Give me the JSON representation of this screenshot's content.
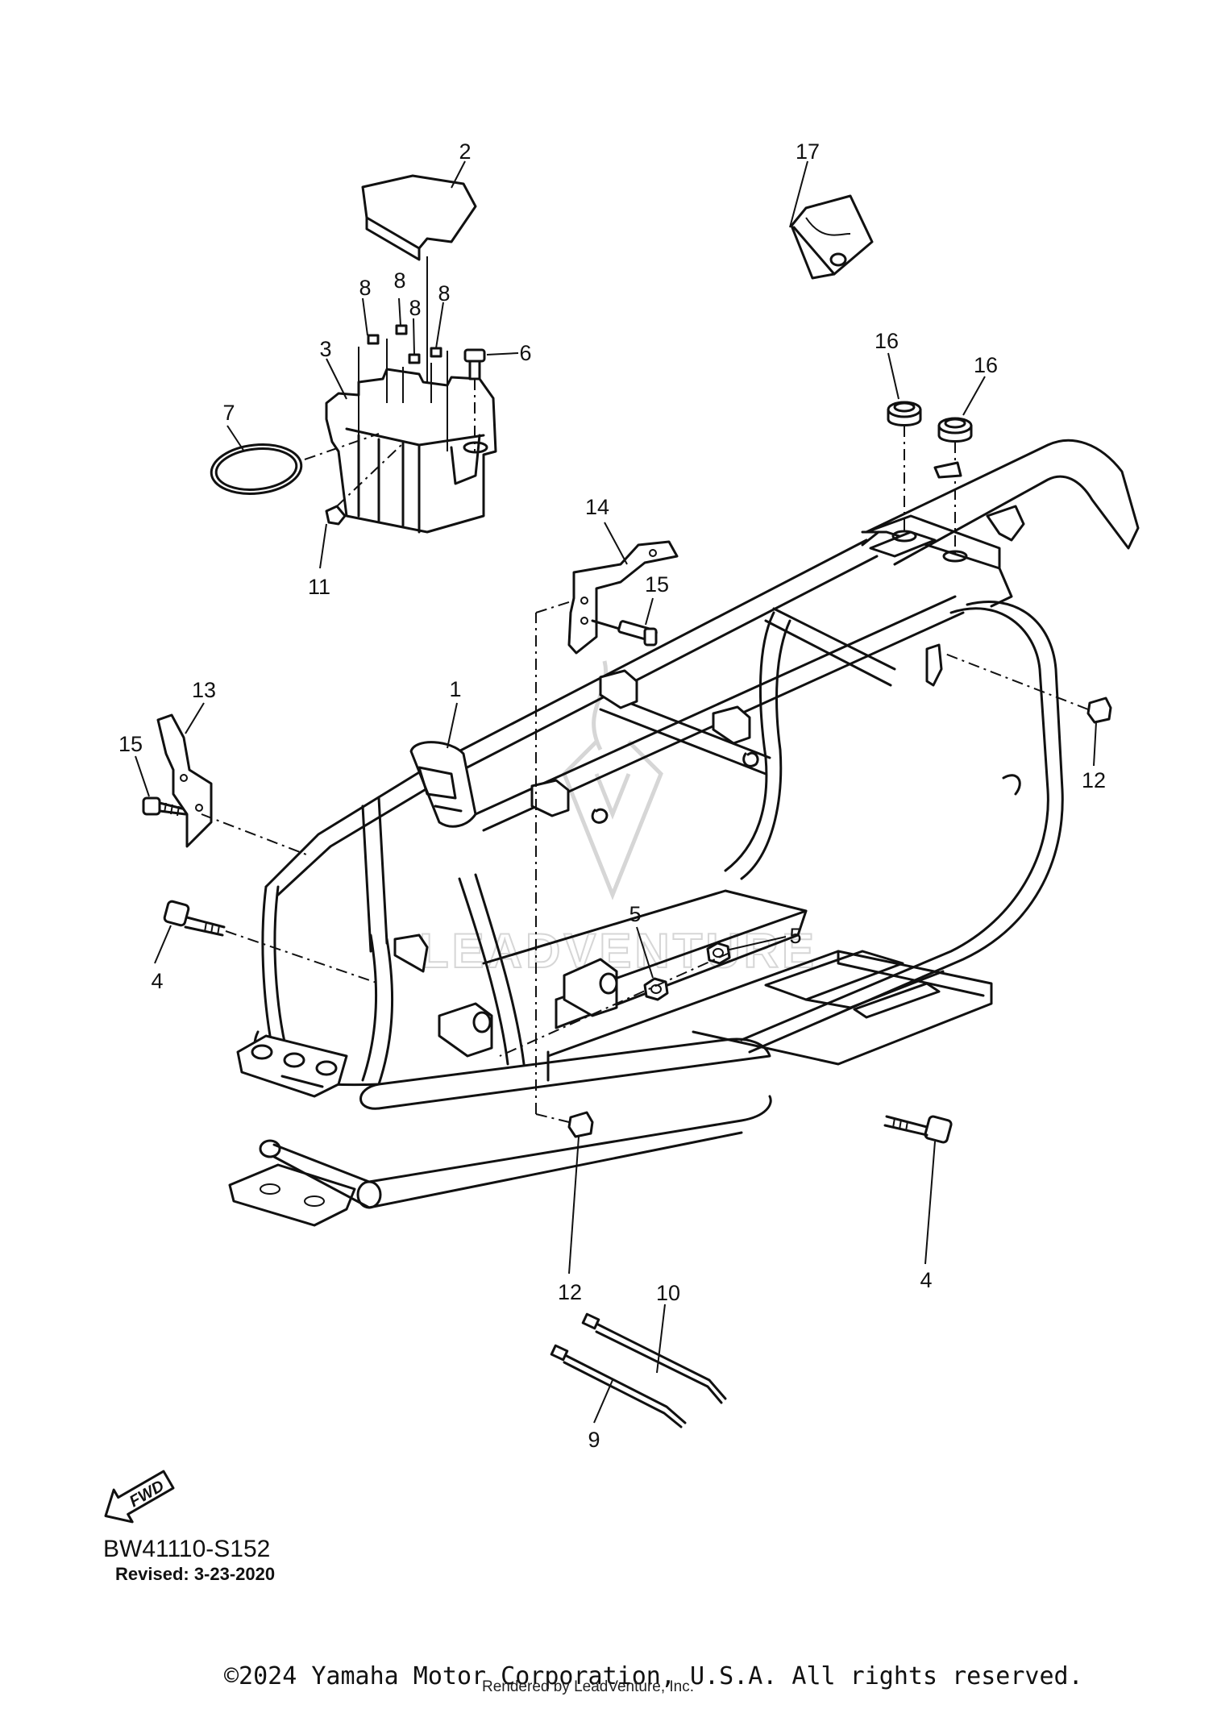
{
  "diagram": {
    "callouts": [
      {
        "label": "2"
      },
      {
        "label": "17"
      },
      {
        "label": "8"
      },
      {
        "label": "8"
      },
      {
        "label": "8"
      },
      {
        "label": "8"
      },
      {
        "label": "3"
      },
      {
        "label": "6"
      },
      {
        "label": "7"
      },
      {
        "label": "16"
      },
      {
        "label": "16"
      },
      {
        "label": "11"
      },
      {
        "label": "14"
      },
      {
        "label": "15"
      },
      {
        "label": "13"
      },
      {
        "label": "1"
      },
      {
        "label": "15"
      },
      {
        "label": "12"
      },
      {
        "label": "5"
      },
      {
        "label": "5"
      },
      {
        "label": "4"
      },
      {
        "label": "4"
      },
      {
        "label": "12"
      },
      {
        "label": "10"
      },
      {
        "label": "9"
      }
    ],
    "fwd_label": "FWD",
    "drawing_id": "BW41110-S152",
    "revised": "Revised: 3-23-2020",
    "watermark": "LEADVENTURE"
  },
  "footer": {
    "copyright": "©2024 Yamaha Motor Corporation, U.S.A. All rights reserved.",
    "rendered_by": "Rendered by LeadVenture, Inc."
  }
}
